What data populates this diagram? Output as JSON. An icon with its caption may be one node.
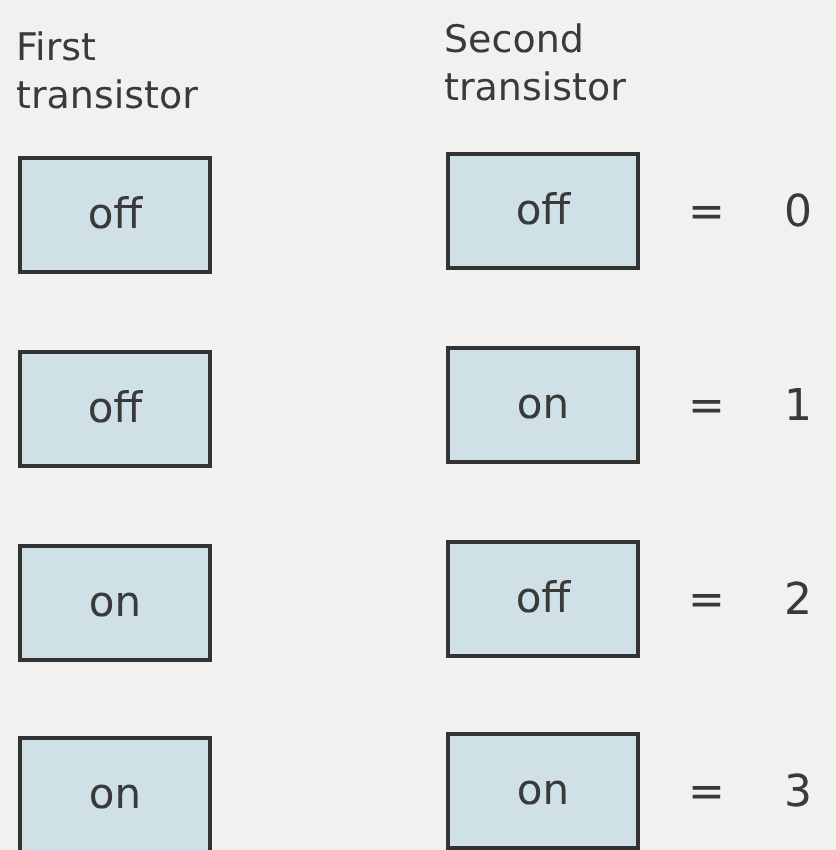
{
  "diagram": {
    "nodes": [
      {
        "text": [
          "off"
        ]
      },
      {
        "text": [
          "off"
        ]
      },
      {
        "text": [
          "off"
        ]
      },
      {
        "text": [
          "on"
        ]
      },
      {
        "text": [
          "on"
        ]
      },
      {
        "text": [
          "off"
        ]
      },
      {
        "text": [
          "on"
        ]
      },
      {
        "text": [
          "on"
        ]
      }
    ],
    "labels": [
      "First transistor",
      "Second transistor",
      "=",
      "0",
      "=",
      "1",
      "=",
      "2",
      "=",
      "3"
    ]
  }
}
